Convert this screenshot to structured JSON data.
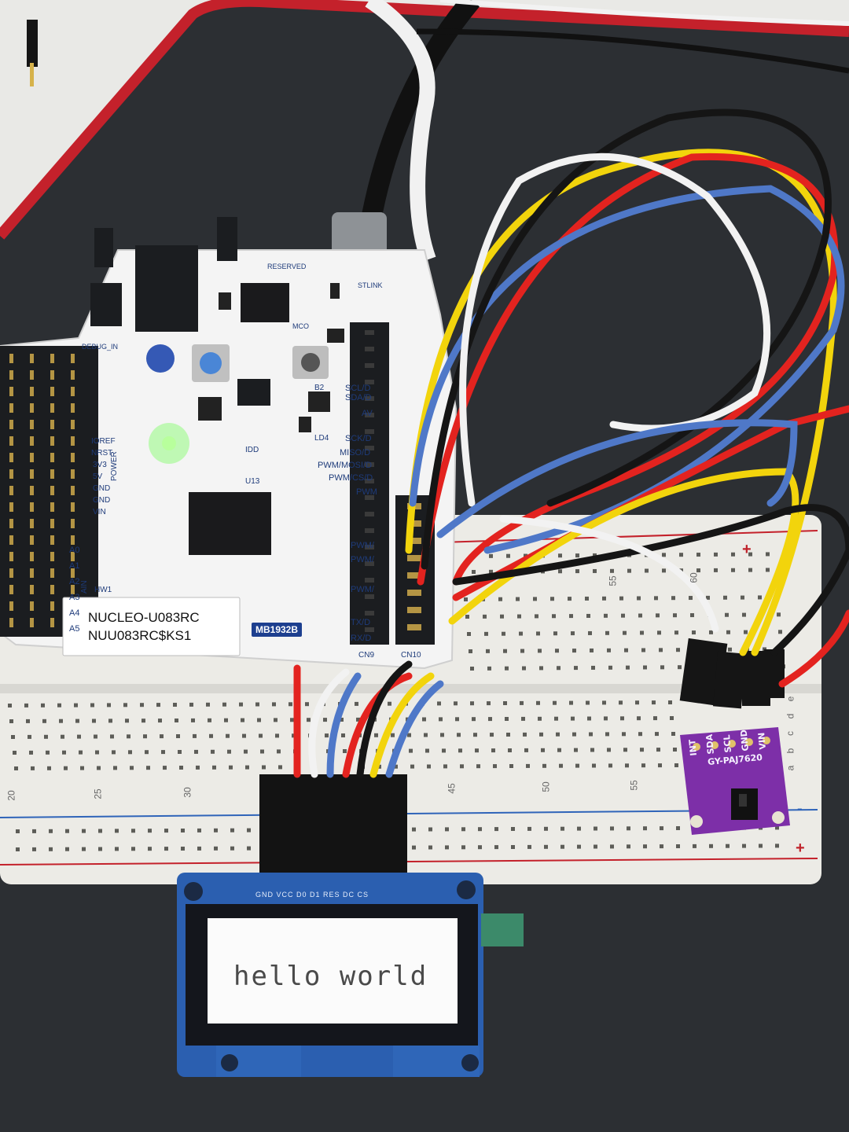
{
  "scene": {
    "colors": {
      "background_mat": "#2b2e31",
      "mat_edge": "#c4212b",
      "desk": "#e9e9e6",
      "board_white": "#f4f4f4",
      "breadboard": "#ecebe6",
      "sensor_purple": "#7d2fa8",
      "wire_red": "#e3231f",
      "wire_yellow": "#f2d40c",
      "wire_blue": "#4f78c8",
      "wire_black": "#121212",
      "wire_white": "#f2f2f2",
      "power_led": "#5dff3c",
      "oled_screen": "#fbfbfb"
    }
  },
  "nucleo": {
    "title_line1": "NUCLEO-U083RC",
    "title_line2": "NUU083RC$KS1",
    "board_id": "MB1932B",
    "chip_label": "U13",
    "idd_label": "IDD",
    "ld4_label": "LD4",
    "b2_label": "B2",
    "mco_label": "MCO",
    "debug_label": "DEBUG_IN",
    "reserved_label": "RESERVED",
    "stlink_label": "STLINK",
    "hw_label": "HW1",
    "power_label": "POWER",
    "ain_label": "AIN",
    "power_pins": [
      "IOREF",
      "NRST",
      "3V3",
      "5V",
      "GND",
      "GND",
      "VIN"
    ],
    "analog_pins": [
      "A0",
      "A1",
      "A2",
      "A3",
      "A4",
      "A5"
    ],
    "digital_pins": [
      "SCL/D",
      "SDA/D",
      "AV",
      "SCK/D",
      "MISO/D",
      "PWM/MOSI/D",
      "PWM/CS/D",
      "PWM",
      "PWM/",
      "PWM/",
      "PWM/",
      "TX/D",
      "RX/D"
    ],
    "cn9_label": "CN9",
    "cn10_label": "CN10"
  },
  "breadboard": {
    "top_numbers": [
      "55",
      "60"
    ],
    "bottom_numbers": [
      "20",
      "25",
      "30",
      "45",
      "50",
      "55"
    ],
    "row_letters": [
      "e",
      "d",
      "c",
      "b",
      "a"
    ],
    "rail_plus": "+",
    "rail_minus": "-"
  },
  "sensor": {
    "model": "GY-PAJ7620",
    "pins": [
      "INT",
      "SDA",
      "SCL",
      "GND",
      "VIN"
    ]
  },
  "oled": {
    "pins_label": "GND VCC D0 D1 RES DC CS",
    "screen_text": "hello world"
  }
}
